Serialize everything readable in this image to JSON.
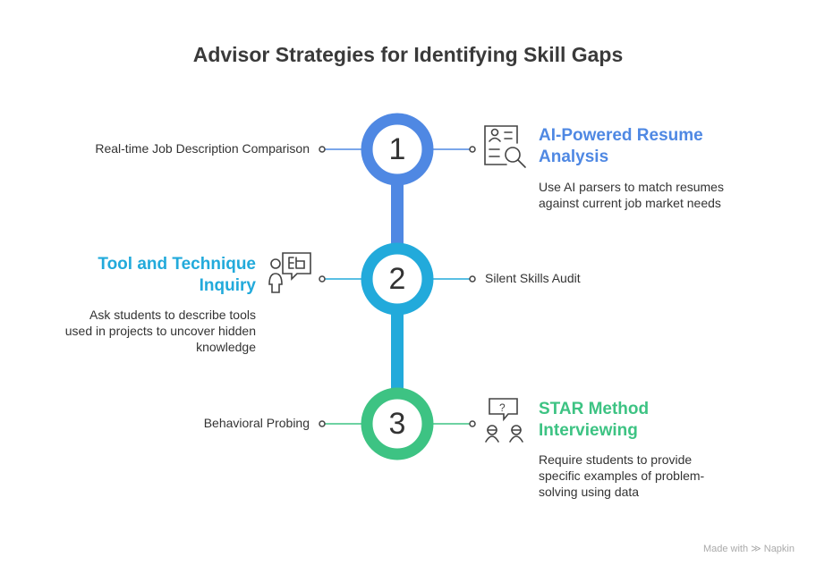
{
  "title": "Advisor Strategies for Identifying Skill Gaps",
  "colors": {
    "step1": "#4F88E3",
    "step2": "#22AADB",
    "step3": "#3DC383",
    "text": "#333333"
  },
  "steps": [
    {
      "number": "1",
      "side_label": "Real-time Job Description Comparison",
      "title": "AI-Powered Resume Analysis",
      "title_lines": [
        "AI-Powered Resume",
        "Analysis"
      ],
      "desc_lines": [
        "Use AI parsers to match resumes",
        "against current job market needs"
      ],
      "icon": "resume-search-icon"
    },
    {
      "number": "2",
      "side_label": "Silent Skills Audit",
      "title": "Tool and Technique Inquiry",
      "title_lines": [
        "Tool and Technique",
        "Inquiry"
      ],
      "desc_lines": [
        "Ask students to describe tools",
        "used in projects to uncover hidden",
        "knowledge"
      ],
      "icon": "person-speech-book-icon"
    },
    {
      "number": "3",
      "side_label": "Behavioral Probing",
      "title": "STAR Method Interviewing",
      "title_lines": [
        "STAR Method",
        "Interviewing"
      ],
      "desc_lines": [
        "Require students to provide",
        "specific examples of problem-",
        "solving using data"
      ],
      "icon": "interview-question-icon"
    }
  ],
  "footer": {
    "made_with": "Made with",
    "brand": "Napkin"
  }
}
